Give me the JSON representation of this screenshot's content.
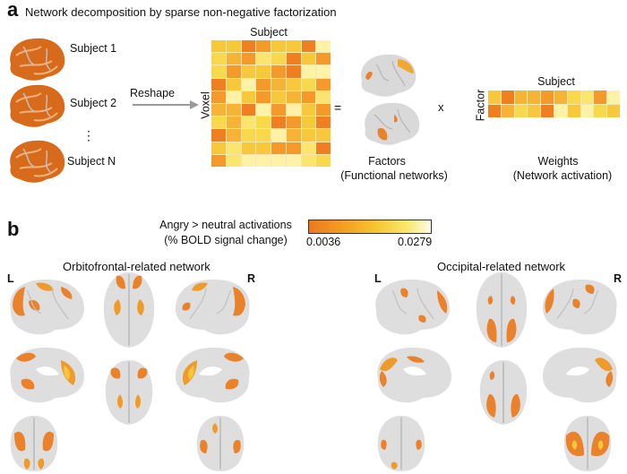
{
  "panel_a": {
    "letter": "a",
    "title": "Network decomposition by sparse non-negative factorization",
    "subjects": [
      "Subject 1",
      "Subject 2",
      "Subject N"
    ],
    "ellipsis": "⋮",
    "reshape_label": "Reshape",
    "matrix_top_label": "Subject",
    "matrix_side_label": "Voxel",
    "equals": "=",
    "times": "x",
    "factors_label": "Factors",
    "factors_sublabel": "(Functional networks)",
    "weights_top_label": "Subject",
    "weights_side_label": "Factor",
    "weights_label": "Weights",
    "weights_sublabel": "(Network activation)"
  },
  "panel_b": {
    "letter": "b",
    "colorbar_title": "Angry > neutral activations",
    "colorbar_subtitle": "(% BOLD signal change)",
    "colorbar_min": "0.0036",
    "colorbar_max": "0.0279",
    "colormap": [
      "#ea7a1c",
      "#f39a24",
      "#f7c533",
      "#f9e86a",
      "#fdfbe9"
    ],
    "networks": [
      {
        "title": "Orbitofrontal-related network",
        "left_label": "L",
        "right_label": "R"
      },
      {
        "title": "Occipital-related network",
        "left_label": "L",
        "right_label": "R"
      }
    ]
  },
  "colors": {
    "brain": "#dcdcdc",
    "activation": "#e9822a",
    "heat": [
      "#f07f22",
      "#f39a2a",
      "#f6b437",
      "#f8c83c",
      "#f9d94c",
      "#fbe56e",
      "#fdf2a8"
    ]
  }
}
